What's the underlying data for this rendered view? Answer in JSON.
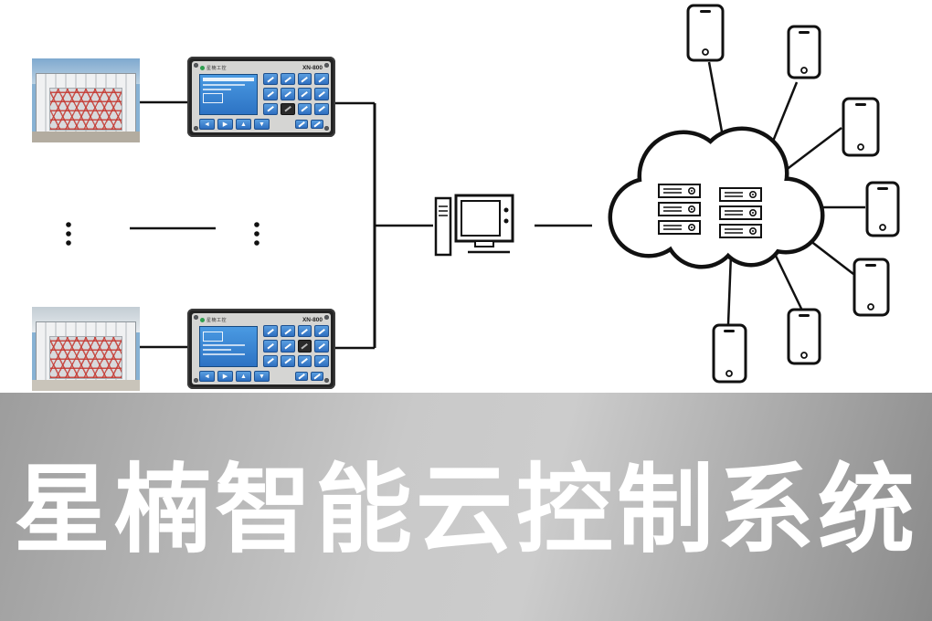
{
  "banner": {
    "title": "星楠智能云控制系统"
  },
  "diagram": {
    "controllers": [
      {
        "brand": "星楠工控",
        "model": "XN-800",
        "nav_buttons": [
          "◄",
          "▶",
          "▲",
          "▼"
        ]
      },
      {
        "brand": "星楠工控",
        "model": "XN-800",
        "nav_buttons": [
          "◄",
          "▶",
          "▲",
          "▼"
        ]
      }
    ],
    "site_count": 2,
    "server_count": 6,
    "phone_count": 7
  },
  "colors": {
    "line": "#111111",
    "button_blue": "#2f6fc0",
    "screen_blue": "#2d73c4",
    "banner_text": "#ffffff"
  }
}
